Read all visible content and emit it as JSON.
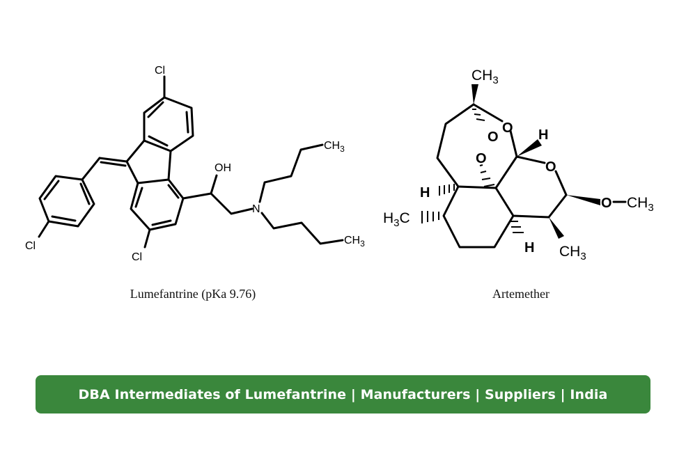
{
  "lumefantrine": {
    "caption": "Lumefantrine (pKa 9.76)",
    "labels": {
      "cl_top": "Cl",
      "cl_bottom": "Cl",
      "cl_left": "Cl",
      "oh": "OH",
      "n": "N",
      "ch3_upper": "CH",
      "ch3_lower": "CH",
      "sub3": "3"
    }
  },
  "artemether": {
    "caption": "Artemether",
    "labels": {
      "ch3_top": "CH",
      "o_bridge": "O",
      "o_peroxide_upper": "O",
      "o_peroxide_lower": "O",
      "h_top": "H",
      "o_ring": "O",
      "o_methoxy": "O",
      "ch3_methoxy": "CH",
      "h_left": "H",
      "h3c_left_h": "H",
      "h3c_left_c": "C",
      "h_bottom": "H",
      "ch3_bottom": "CH",
      "sub3": "3"
    }
  },
  "banner": {
    "text": "DBA Intermediates of Lumefantrine | Manufacturers | Suppliers | India",
    "color": "#3a873c"
  }
}
